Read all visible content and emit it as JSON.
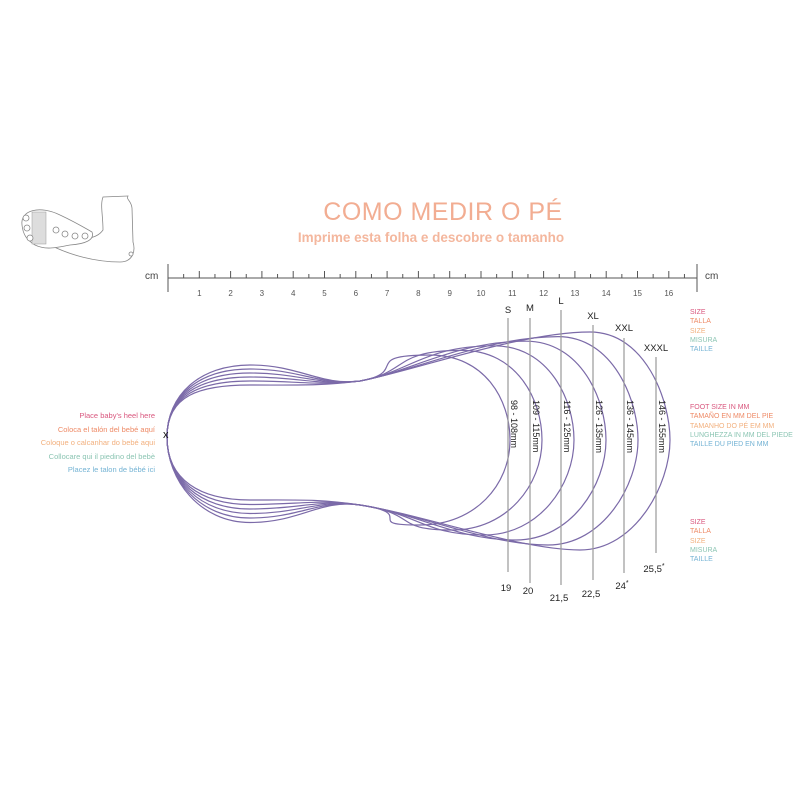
{
  "header": {
    "title": "COMO MEDIR O PÉ",
    "subtitle": "Imprime esta folha e descobre o tamanho"
  },
  "ruler": {
    "unit_left": "cm",
    "unit_right": "cm",
    "labels": [
      "1",
      "2",
      "3",
      "4",
      "5",
      "6",
      "7",
      "8",
      "9",
      "10",
      "11",
      "12",
      "13",
      "14",
      "15",
      "16"
    ]
  },
  "heel_instructions": [
    {
      "text": "Place baby's heel here",
      "color": "#d9577e"
    },
    {
      "text": "Coloca el talón del bebé aquí",
      "color": "#ee8a66"
    },
    {
      "text": "Coloque o calcanhar do bebé aqui",
      "color": "#f2b07e"
    },
    {
      "text": "Collocare qui il piedino del bebè",
      "color": "#8cc5b3"
    },
    {
      "text": "Placez le talon de bébé ici",
      "color": "#74b3d4"
    }
  ],
  "heel_marker": "x",
  "legend_size_top": [
    {
      "text": "SIZE",
      "color": "#d9577e"
    },
    {
      "text": "TALLA",
      "color": "#ee8a66"
    },
    {
      "text": "SIZE",
      "color": "#f2b07e"
    },
    {
      "text": "MISURA",
      "color": "#8cc5b3"
    },
    {
      "text": "TAILLE",
      "color": "#74b3d4"
    }
  ],
  "legend_foot_size": [
    {
      "text": "FOOT SIZE IN MM",
      "color": "#d9577e"
    },
    {
      "text": "TAMAÑO EN MM DEL PIE",
      "color": "#ee8a66"
    },
    {
      "text": "TAMANHO DO PÉ EM MM",
      "color": "#f2b07e"
    },
    {
      "text": "LUNGHEZZA IN MM DEL PIEDE",
      "color": "#8cc5b3"
    },
    {
      "text": "TAILLE DU PIED EN MM",
      "color": "#74b3d4"
    }
  ],
  "legend_size_bottom": [
    {
      "text": "SIZE",
      "color": "#d9577e"
    },
    {
      "text": "TALLA",
      "color": "#ee8a66"
    },
    {
      "text": "SIZE",
      "color": "#f2b07e"
    },
    {
      "text": "MISURA",
      "color": "#8cc5b3"
    },
    {
      "text": "TAILLE",
      "color": "#74b3d4"
    }
  ],
  "sizes": [
    {
      "label": "S",
      "mm": "98 - 108mm",
      "eu": "19",
      "mark": ""
    },
    {
      "label": "M",
      "mm": "109 - 115mm",
      "eu": "20",
      "mark": ""
    },
    {
      "label": "L",
      "mm": "116 - 125mm",
      "eu": "21,5",
      "mark": ""
    },
    {
      "label": "XL",
      "mm": "126 - 135mm",
      "eu": "22,5",
      "mark": ""
    },
    {
      "label": "XXL",
      "mm": "136 - 145mm",
      "eu": "24",
      "mark": "*"
    },
    {
      "label": "XXXL",
      "mm": "146 - 155mm",
      "eu": "25,5",
      "mark": "*"
    }
  ],
  "colors": {
    "outline": "#7b6aa8",
    "title": "#f2ad92",
    "line": "#9a9a9a"
  }
}
